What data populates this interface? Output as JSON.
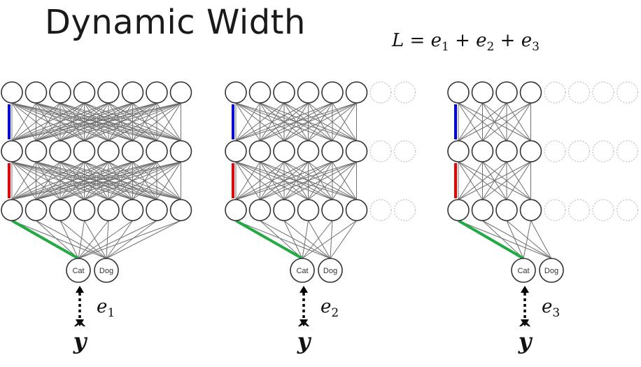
{
  "title": "Dynamic Width",
  "loss_formula": {
    "lhs": "L",
    "eq": "=",
    "terms": [
      {
        "base": "e",
        "sub": "1"
      },
      {
        "base": "e",
        "sub": "2"
      },
      {
        "base": "e",
        "sub": "3"
      }
    ],
    "plus": "+"
  },
  "networks": [
    {
      "active_units": 8,
      "total_units": 8,
      "output_labels": [
        "Cat",
        "Dog"
      ],
      "error": {
        "base": "e",
        "sub": "1"
      },
      "target": "y"
    },
    {
      "active_units": 6,
      "total_units": 8,
      "output_labels": [
        "Cat",
        "Dog"
      ],
      "error": {
        "base": "e",
        "sub": "2"
      },
      "target": "y"
    },
    {
      "active_units": 4,
      "total_units": 8,
      "output_labels": [
        "Cat",
        "Dog"
      ],
      "error": {
        "base": "e",
        "sub": "3"
      },
      "target": "y"
    }
  ],
  "hidden_layers": 3,
  "target_accent": "^",
  "colors": {
    "active_node_stroke": "#333333",
    "inactive_node_stroke": "#c8c8c8",
    "edge": "#707070",
    "highlight_top": "#0000ee",
    "highlight_mid": "#ee0000",
    "highlight_bottom": "#22aa44"
  }
}
